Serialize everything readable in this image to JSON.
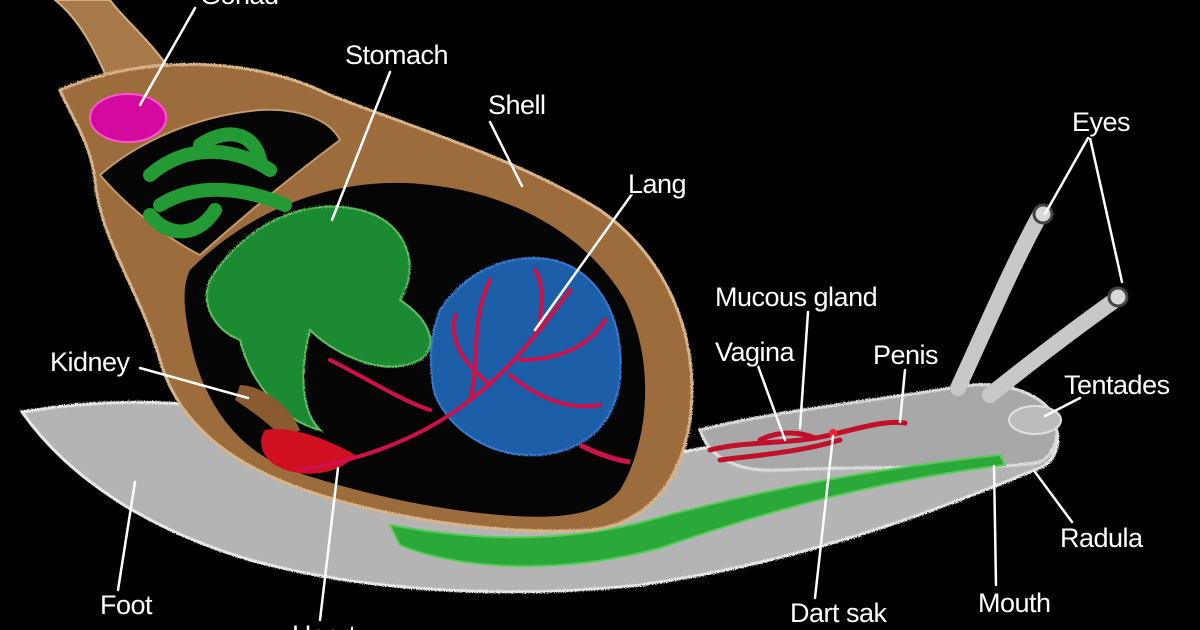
{
  "labels": {
    "gonad": "Gonad",
    "stomach": "Stomach",
    "shell": "Shell",
    "lang": "Lang",
    "eyes": "Eyes",
    "mucous_gland": "Mucous gland",
    "vagina": "Vagina",
    "penis": "Penis",
    "tentacles": "Tentades",
    "kidney": "Kidney",
    "radula": "Radula",
    "foot": "Foot",
    "heart": "Heart",
    "dart_sac": "Dart sak",
    "mouth": "Mouth"
  },
  "colors": {
    "background": "#000000",
    "shell": "#9a6a3a",
    "body": "#bdbdbd",
    "stomach_gland": "#1e8a2e",
    "lung": "#1f5fa8",
    "vessels": "#d0104a",
    "gonad": "#d400a0",
    "label": "#ffffff"
  }
}
